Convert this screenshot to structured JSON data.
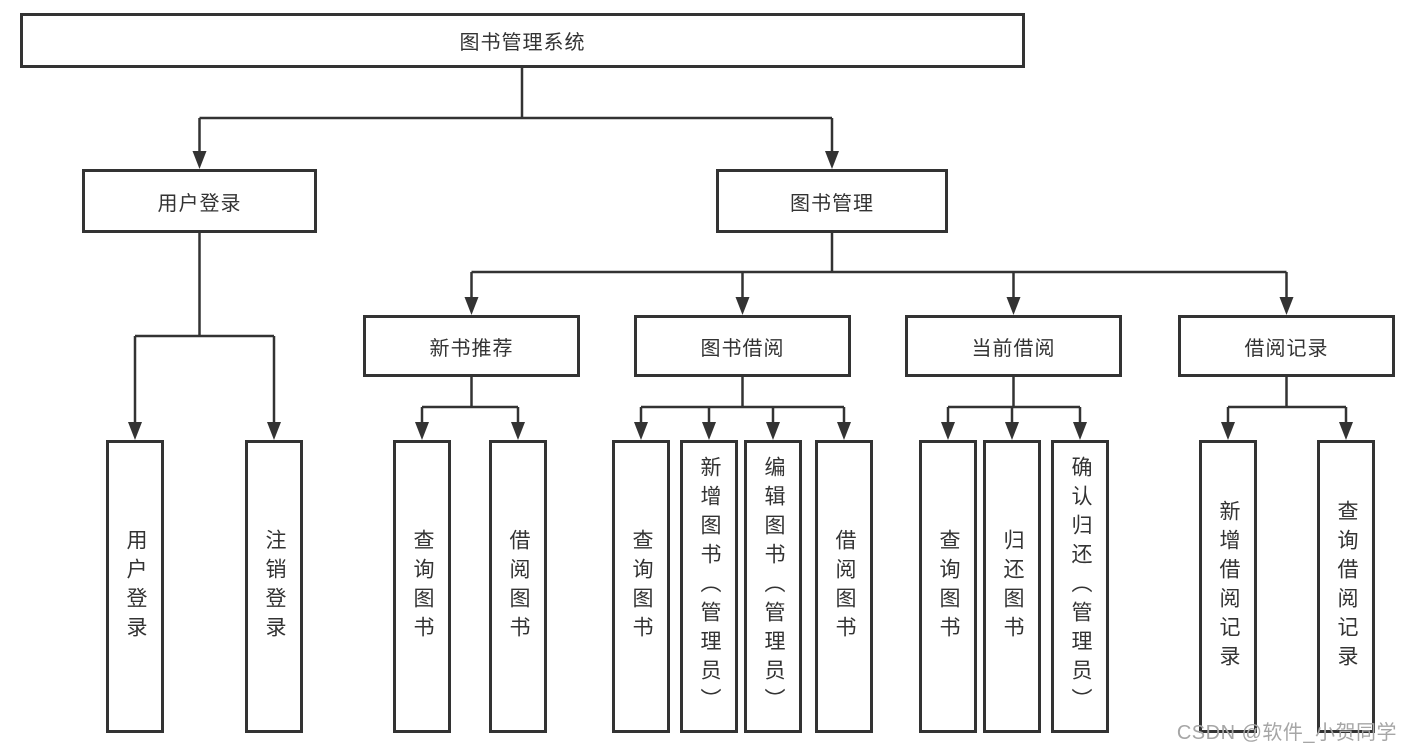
{
  "diagram": {
    "root": {
      "label": "图书管理系统"
    },
    "level2": [
      {
        "label": "用户登录"
      },
      {
        "label": "图书管理"
      }
    ],
    "level3": [
      {
        "label": "新书推荐"
      },
      {
        "label": "图书借阅"
      },
      {
        "label": "当前借阅"
      },
      {
        "label": "借阅记录"
      }
    ],
    "leaves": [
      {
        "label": "用户登录",
        "parent": "用户登录"
      },
      {
        "label": "注销登录",
        "parent": "用户登录"
      },
      {
        "label": "查询图书",
        "parent": "新书推荐"
      },
      {
        "label": "借阅图书",
        "parent": "新书推荐"
      },
      {
        "label": "查询图书",
        "parent": "图书借阅"
      },
      {
        "label": "新增图书（管理员）",
        "parent": "图书借阅"
      },
      {
        "label": "编辑图书（管理员）",
        "parent": "图书借阅"
      },
      {
        "label": "借阅图书",
        "parent": "图书借阅"
      },
      {
        "label": "查询图书",
        "parent": "当前借阅"
      },
      {
        "label": "归还图书",
        "parent": "当前借阅"
      },
      {
        "label": "确认归还（管理员）",
        "parent": "当前借阅"
      },
      {
        "label": "新增借阅记录",
        "parent": "借阅记录"
      },
      {
        "label": "查询借阅记录",
        "parent": "借阅记录"
      }
    ],
    "watermark": "CSDN @软件_小贺同学",
    "colors": {
      "line": "#333333",
      "box_border": "#333333",
      "box_fill": "#ffffff",
      "text": "#333333",
      "watermark": "#a6a6a6",
      "background": "#ffffff"
    }
  }
}
